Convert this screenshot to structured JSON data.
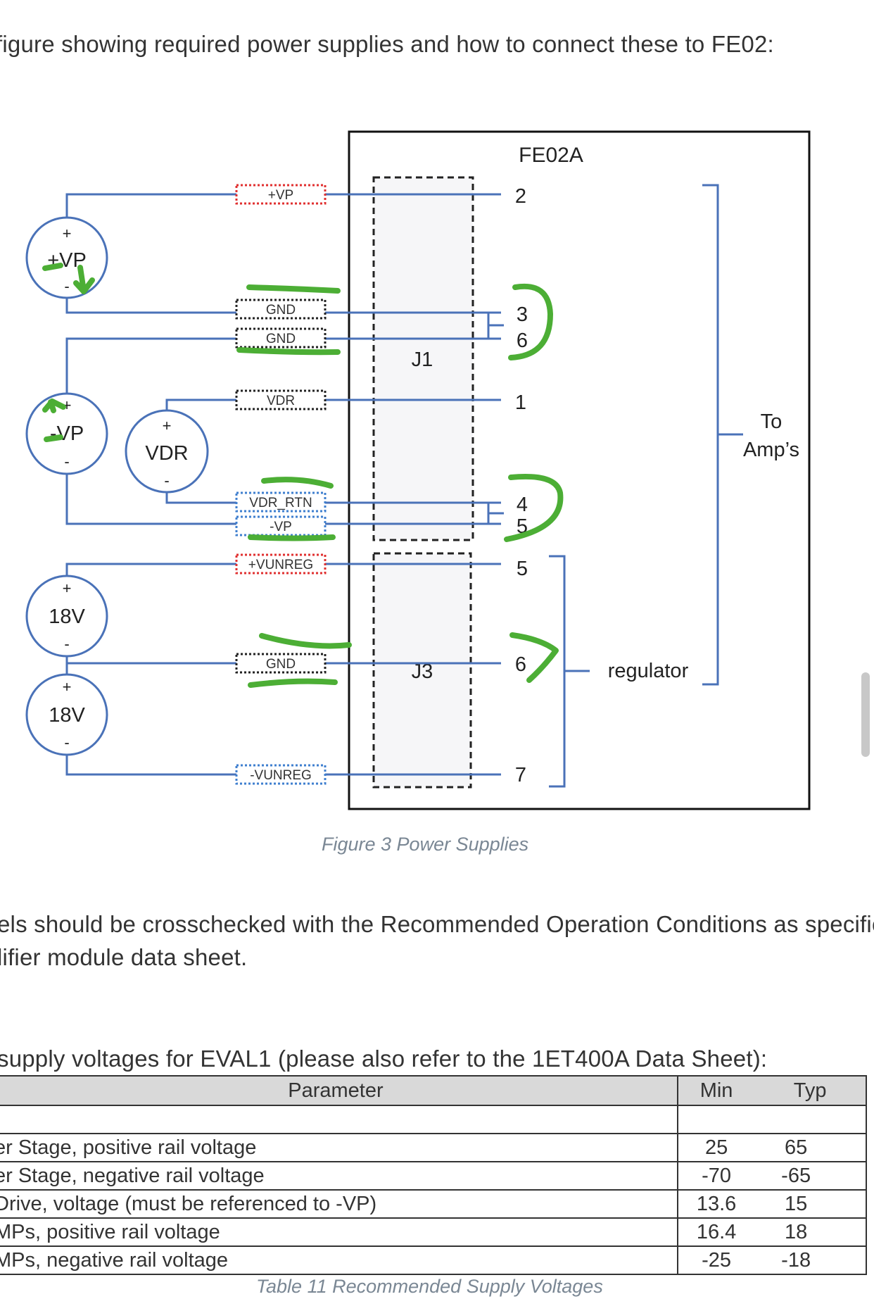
{
  "intro_text": "figure showing required power supplies and how to connect these to FE02:",
  "diagram": {
    "module_title": "FE02A",
    "connector_j1": "J1",
    "connector_j3": "J3",
    "supplies": [
      {
        "label": "+VP",
        "plus": "+",
        "minus": "-"
      },
      {
        "label": "-VP",
        "plus": "+",
        "minus": "-"
      },
      {
        "label": "VDR",
        "plus": "+",
        "minus": "-"
      },
      {
        "label": "18V",
        "plus": "+",
        "minus": "-"
      },
      {
        "label": "18V",
        "plus": "+",
        "minus": "-"
      }
    ],
    "wire_labels": [
      "+VP",
      "GND",
      "GND",
      "VDR",
      "VDR_RTN",
      "-VP",
      "+VUNREG",
      "GND",
      "-VUNREG"
    ],
    "pins": [
      "2",
      "3",
      "6",
      "1",
      "4",
      "5",
      "5",
      "6",
      "7"
    ],
    "to_amps_line1": "To",
    "to_amps_line2": "Amp’s",
    "regulator_label": "regulator",
    "colors": {
      "wire": "#4a72b8",
      "frame": "#111111",
      "red_dot": "#e03030",
      "blue_dot": "#3f7fcf",
      "annotation": "#4cae35"
    }
  },
  "figure_caption": "Figure 3 Power Supplies",
  "para_line1": "els should be crosschecked with the Recommended Operation Conditions as specifie",
  "para_line2": "lifier module data sheet.",
  "table_intro": " supply voltages for EVAL1 (please also refer to the 1ET400A Data Sheet):",
  "table": {
    "headers": [
      "Parameter",
      "Min",
      "Typ"
    ],
    "rows": [
      {
        "param": "er Stage, positive rail voltage",
        "min": "25",
        "typ": "65"
      },
      {
        "param": "er Stage, negative rail voltage",
        "min": "-70",
        "typ": "-65"
      },
      {
        "param": " Drive, voltage (must be referenced to -VP)",
        "min": "13.6",
        "typ": "15"
      },
      {
        "param": "MPs, positive rail voltage",
        "min": "16.4",
        "typ": "18"
      },
      {
        "param": "MPs, negative rail voltage",
        "min": "-25",
        "typ": "-18"
      }
    ]
  },
  "table_caption": "Table 11 Recommended Supply Voltages"
}
